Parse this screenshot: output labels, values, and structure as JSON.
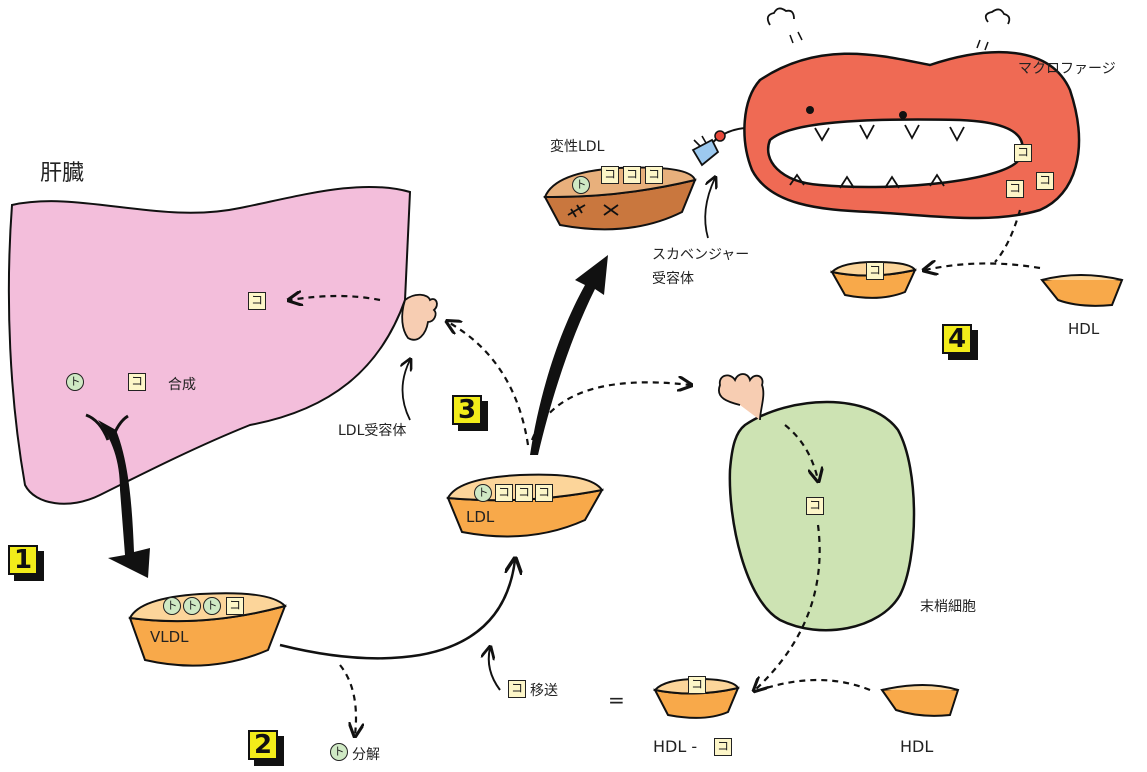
{
  "labels": {
    "liver": "肝臓",
    "synthesis": "合成",
    "ldl_receptor": "LDL受容体",
    "vldl": "VLDL",
    "ldl": "LDL",
    "modified_ldl": "変性LDL",
    "scavenger_receptor_line1": "スカベンジャー",
    "scavenger_receptor_line2": "受容体",
    "macrophage": "マクロファージ",
    "peripheral_cell": "末梢細胞",
    "transfer": "移送",
    "decompose": "分解",
    "hdl": "HDL",
    "hdl_ko": "HDL -",
    "equals": "="
  },
  "symbols": {
    "ko": "コ",
    "to": "ト"
  },
  "steps": [
    "1",
    "2",
    "3",
    "4"
  ],
  "colors": {
    "liver": "#f3bedb",
    "cell": "#cde3b3",
    "macrophage": "#ef6a54",
    "boat": "#f8a94a",
    "boat_top": "#fcd59a",
    "modified_boat": "#c9773e",
    "step_badge": "#f2ec1a"
  }
}
